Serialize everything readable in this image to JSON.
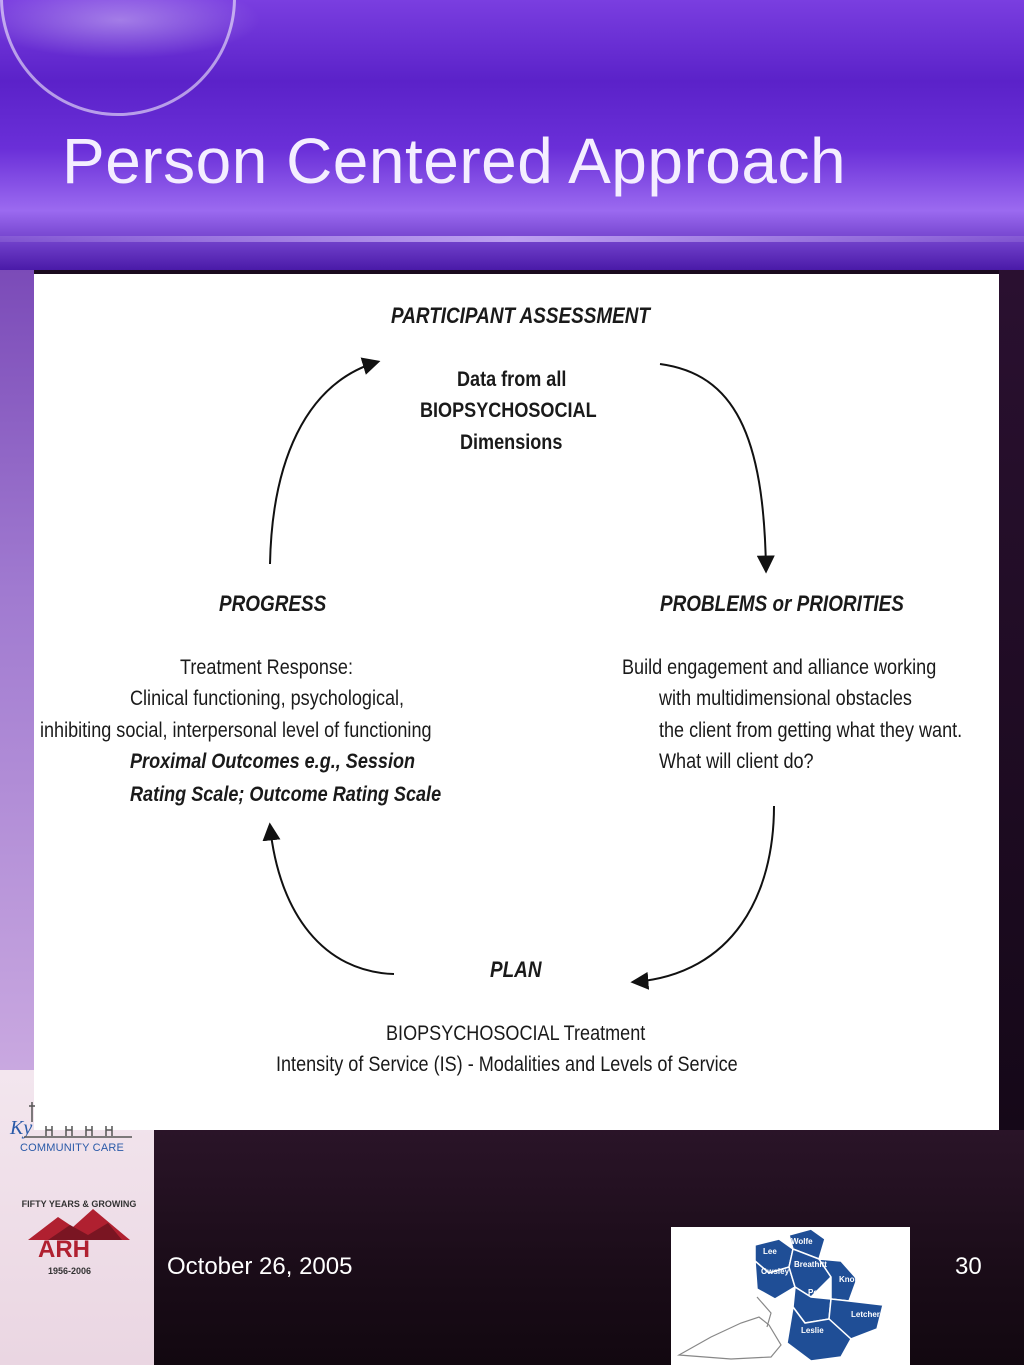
{
  "slide": {
    "title": "Person Centered Approach",
    "date": "October 26, 2005",
    "page_number": "30"
  },
  "diagram": {
    "assessment": {
      "heading": "PARTICIPANT ASSESSMENT",
      "lines": [
        "Data from all",
        "BIOPSYCHOSOCIAL",
        "Dimensions"
      ]
    },
    "problems": {
      "heading": "PROBLEMS or PRIORITIES",
      "lines": [
        "Build engagement and alliance working",
        "with multidimensional obstacles",
        "the client from getting what they want.",
        "What will client do?"
      ]
    },
    "plan": {
      "heading": "PLAN",
      "lines": [
        "BIOPSYCHOSOCIAL Treatment",
        "Intensity of Service (IS) - Modalities and Levels of Service"
      ]
    },
    "progress": {
      "heading": "PROGRESS",
      "lines": [
        "Treatment Response:",
        "Clinical functioning, psychological,",
        "inhibiting social, interpersonal level of functioning"
      ],
      "bold_lines": [
        "Proximal Outcomes e.g., Session",
        "Rating Scale; Outcome Rating Scale"
      ]
    }
  },
  "logos": {
    "kycc_text": "COMMUNITY CARE",
    "arh_name": "ARH",
    "arh_tagline": "FIFTY YEARS & GROWING",
    "arh_years": "1956-2006",
    "map_counties": [
      "Wolfe",
      "Lee",
      "Owsley",
      "Breathitt",
      "Knott",
      "Perry",
      "Letcher",
      "Leslie"
    ]
  },
  "colors": {
    "title_text": "#f4eeff",
    "header_purple": "#6a2fd8",
    "map_county_fill": "#1f4e96"
  }
}
